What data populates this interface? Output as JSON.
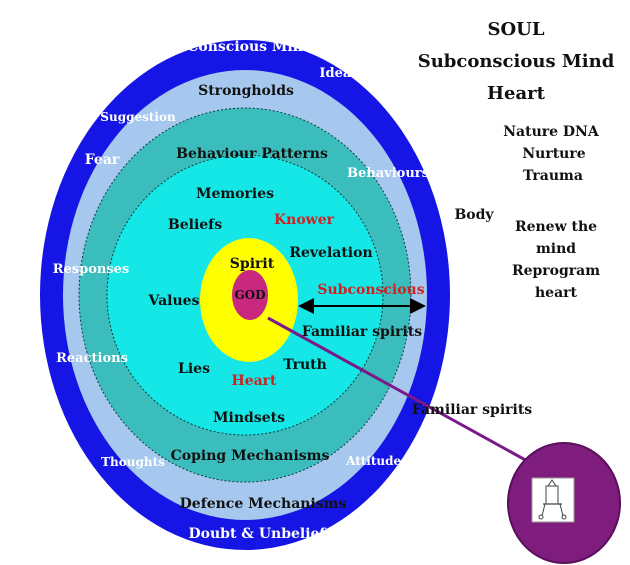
{
  "title": {
    "line1": "SOUL",
    "line2": "Subconscious Mind",
    "line3": "Heart"
  },
  "side_notes": {
    "nature": [
      "Nature DNA",
      "Nurture",
      "Trauma"
    ],
    "body": "Body",
    "renew": [
      "Renew the",
      "mind",
      "Reprogram",
      "heart"
    ]
  },
  "rings": {
    "outer": {
      "color": "#1515e6",
      "labels": {
        "conscious_mind": "Conscious Mind",
        "ideas": "Ideas",
        "suggestion": "Suggestion",
        "fear": "Fear",
        "behaviours": "Behaviours",
        "responses": "Responses",
        "reactions": "Reactions",
        "thoughts": "Thoughts",
        "attitudes": "Attitudes",
        "doubt": "Doubt & Unbelief"
      }
    },
    "light_blue": {
      "color": "#a6c8ee",
      "labels": {
        "strongholds": "Strongholds",
        "defence": "Defence Mechanisms"
      }
    },
    "teal": {
      "color": "#3bbdbd",
      "labels": {
        "behaviour_patterns": "Behaviour Patterns",
        "coping": "Coping Mechanisms"
      }
    },
    "cyan": {
      "color": "#15e6e6",
      "labels": {
        "memories": "Memories",
        "beliefs": "Beliefs",
        "knower": "Knower",
        "revelation": "Revelation",
        "subconscious": "Subconscious",
        "values": "Values",
        "familiar_spirits": "Familiar spirits",
        "lies": "Lies",
        "truth": "Truth",
        "mindsets": "Mindsets"
      }
    },
    "yellow": {
      "color": "#ffff00",
      "labels": {
        "spirit": "Spirit",
        "heart": "Heart"
      }
    },
    "core": {
      "color": "#c8287e",
      "label": "GOD"
    }
  },
  "pointer": {
    "label": "Familiar spirits",
    "line_color": "#7a1a8a",
    "circle_color": "#7f1d7f"
  }
}
